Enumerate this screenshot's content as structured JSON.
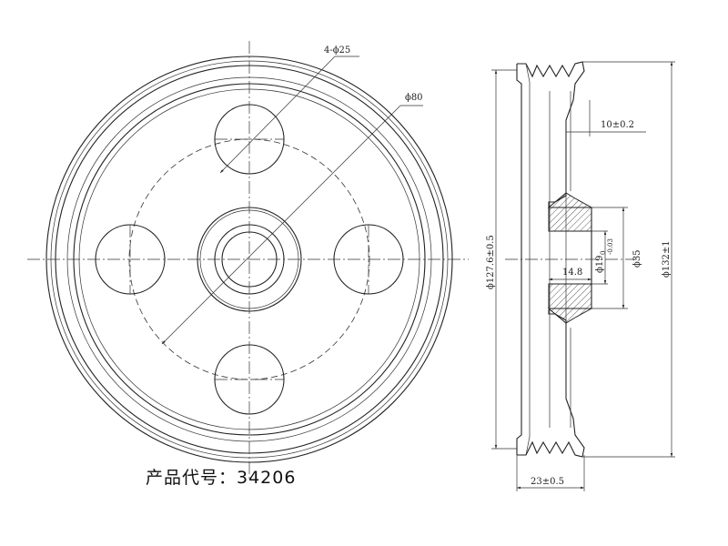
{
  "front_view": {
    "bolt_holes_label": "4-ϕ25",
    "pcd_label": "ϕ80"
  },
  "side_view": {
    "flange_width": "10±0.2",
    "groove_diameter": "ϕ127.6±0.5",
    "bore_diameter": "ϕ19",
    "bore_tol_upper": "0",
    "bore_tol_lower": "-0.03",
    "hub_diameter": "ϕ35",
    "outer_diameter": "ϕ132±1",
    "hub_length": "14.8",
    "overall_width": "23±0.5"
  },
  "product_label": "产品代号：34206"
}
